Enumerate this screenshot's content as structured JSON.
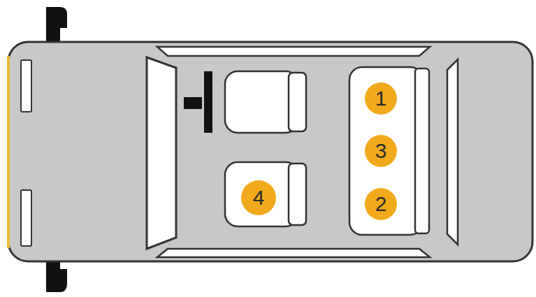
{
  "diagram": {
    "nodes": [
      {
        "text": [
          "1"
        ]
      },
      {
        "text": [
          "3"
        ]
      },
      {
        "text": [
          "2"
        ]
      },
      {
        "text": [
          "4"
        ]
      }
    ]
  }
}
